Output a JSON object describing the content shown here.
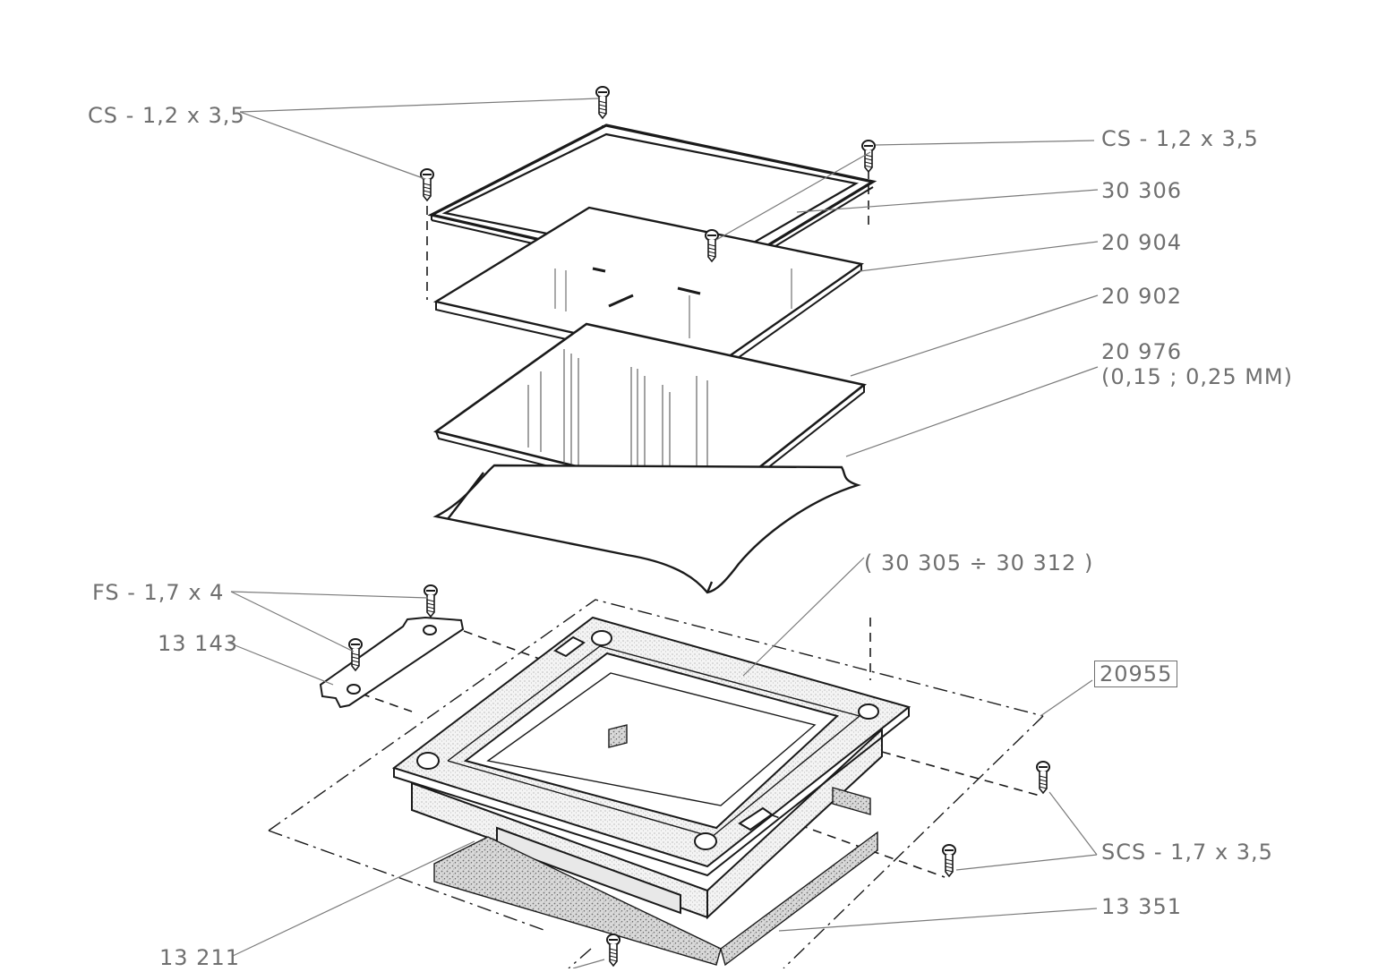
{
  "diagram": {
    "labels": {
      "screw_top_left": "CS - 1,2 x 3,5",
      "screw_top_right": "CS  - 1,2 x 3,5",
      "part_30306": "30 306",
      "part_20904": "20 904",
      "part_20902": "20 902",
      "part_20976": "20 976",
      "part_20976_thickness": "(0,15 ; 0,25 MM)",
      "range_30305_30312": "( 30 305 ÷ 30 312 )",
      "screw_fs": "FS - 1,7 x 4",
      "part_13143": "13 143",
      "assembly_20955": "20955",
      "screw_scs": "SCS  - 1,7 x 3,5",
      "part_13351": "13 351",
      "part_13211": "13 211"
    }
  },
  "colors": {
    "line": "#1a1a1a",
    "leader": "#7a7a7a",
    "label": "#6f6f6f",
    "foam": "#9a9a9a"
  }
}
